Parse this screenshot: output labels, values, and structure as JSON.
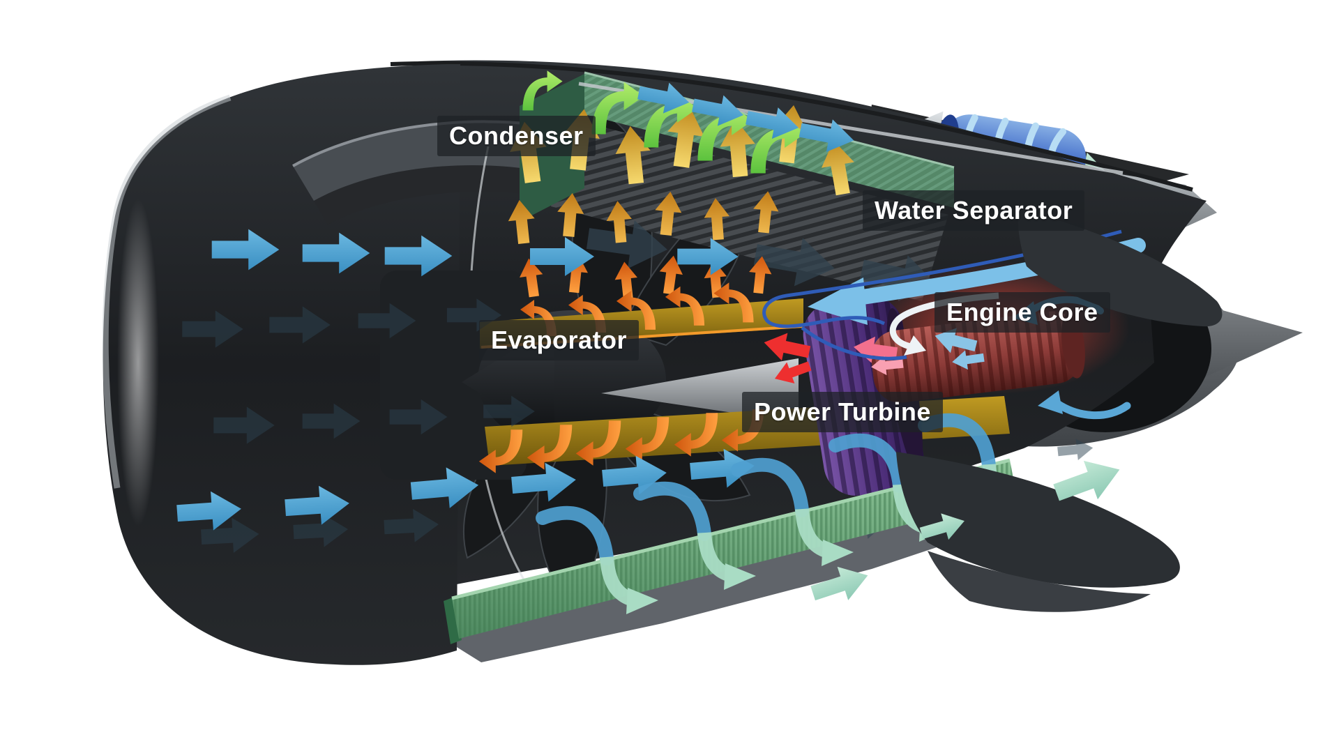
{
  "diagram": {
    "type": "engine-cutaway-illustration",
    "subject": "water-enhanced turbofan engine cross-section",
    "labels": {
      "condenser": "Condenser",
      "water_separator": "Water Separator",
      "engine_core": "Engine Core",
      "evaporator": "Evaporator",
      "power_turbine": "Power Turbine"
    },
    "label_style": {
      "text_color": "#ffffff",
      "background": "rgba(30,33,37,0.75)"
    },
    "flows": [
      {
        "name": "intake-air",
        "color": "#4aa2d2",
        "direction": "right"
      },
      {
        "name": "bypass-air-faded",
        "color": "#2c4350",
        "direction": "right"
      },
      {
        "name": "hot-exhaust-rising",
        "color": "#e7bc43",
        "direction": "up"
      },
      {
        "name": "hot-exhaust-lower",
        "color": "#ee8125",
        "direction": "up-curl"
      },
      {
        "name": "cooled-air-through-condenser",
        "color": "#8fdb52",
        "direction": "up-then-right"
      },
      {
        "name": "water-vapor-swirl",
        "color": "#b8ddf4",
        "direction": "swirl"
      },
      {
        "name": "recovered-water-line",
        "color": "#7cc0e8",
        "direction": "down-left"
      },
      {
        "name": "water-pipe",
        "color": "#2f5cb8",
        "direction": "curve"
      },
      {
        "name": "injection-pipe",
        "color": "#eef3f6",
        "direction": "down"
      },
      {
        "name": "core-hot-gas",
        "color": "#ee2f2f",
        "direction": "left"
      },
      {
        "name": "core-mid-gas",
        "color": "#f4708e",
        "direction": "left"
      },
      {
        "name": "core-cool-gas",
        "color": "#8ac4e6",
        "direction": "left"
      },
      {
        "name": "heat-exchanger-flow",
        "color": "#9ed8c2",
        "direction": "down-then-right"
      }
    ],
    "colors": {
      "background": "#ffffff",
      "nacelle_dark": "#232527",
      "arrow_blue": "#4aa2d2",
      "arrow_blue_faded": "#2c4350",
      "arrow_lightblue": "#8ac4e6",
      "arrow_green": "#8fdb52",
      "arrow_teal": "#9ed8c2",
      "arrow_yellow": "#e7bc43",
      "arrow_orange": "#ee8125",
      "arrow_red": "#ee2f2f",
      "arrow_pink": "#f4708e",
      "condenser_green": "#59906e",
      "condenser_green_dark": "#2e5c44",
      "heat_exchanger_green": "#6ca97b",
      "evaporator_olive": "#a3831c",
      "separator_blue": "#3a67c2",
      "core_maroon": "#9c4a47",
      "turbine_purple": "#5c3c8a",
      "pipe_blue": "#2f5cb8",
      "pipe_white": "#eef3f6",
      "cone_gray": "#71767a"
    }
  }
}
